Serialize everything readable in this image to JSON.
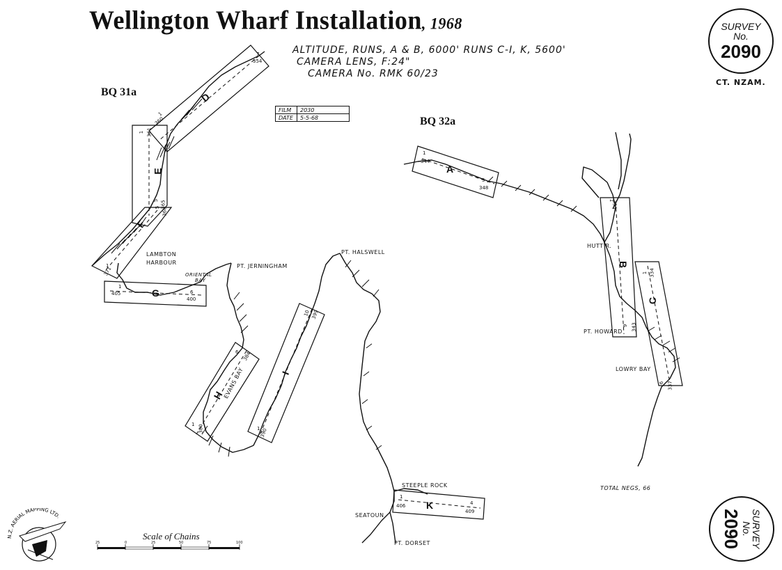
{
  "title": {
    "text": "Wellington Wharf Installation",
    "year": ", 1968"
  },
  "flight_info": {
    "line1": "ALTITUDE, RUNS, A & B, 6000' RUNS C-I, K, 5600'",
    "line2": "CAMERA LENS, F:24\"",
    "line3": "CAMERA No. RMK 60/23"
  },
  "sheets": {
    "left": "BQ 31a",
    "right": "BQ 32a"
  },
  "film_box": {
    "film_label": "FILM",
    "film_value": "2030",
    "date_label": "DATE",
    "date_value": "5-5-68"
  },
  "survey": {
    "word": "SURVEY",
    "no": "No.",
    "number": "2090",
    "credit": "CT. NZAM."
  },
  "places": {
    "lambton": "LAMBTON",
    "harbour": "HARBOUR",
    "oriental": "ORIENTAL",
    "bay": "BAY",
    "jerningham": "PT. JERNINGHAM",
    "halswell": "PT. HALSWELL",
    "evans_bay": "EVANS BAY",
    "hutt_r": "HUTT R.",
    "pt_howard": "PT. HOWARD",
    "lowry_bay": "LOWRY BAY",
    "steeple_rock": "STEEPLE ROCK",
    "seatoun": "SEATOUN",
    "pt_dorset": "PT. DORSET"
  },
  "runs": {
    "A": {
      "letter": "A",
      "start_top": "1",
      "start_bottom": "344",
      "end_top": "5",
      "end_bottom": "348"
    },
    "B": {
      "letter": "B",
      "start_top": "1",
      "start_bottom": "333",
      "end_top": "9",
      "end_bottom": "343"
    },
    "C": {
      "letter": "C",
      "start_top": "1",
      "start_bottom": "334",
      "end_top": "6",
      "end_bottom": "337"
    },
    "D": {
      "letter": "D",
      "start_top": "7",
      "start_bottom": "354",
      "end_top": "1",
      "end_bottom": "360"
    },
    "E": {
      "letter": "E",
      "start_top": "1",
      "start_bottom": "361",
      "end_top": "5",
      "end_bottom": "365"
    },
    "F": {
      "letter": "F",
      "start_top": "5",
      "start_bottom": "366",
      "end_top": "1",
      "end_bottom": "371"
    },
    "G": {
      "letter": "G",
      "start_top": "1",
      "start_bottom": "405",
      "end_top": "6",
      "end_bottom": "400"
    },
    "H": {
      "letter": "H",
      "start_top": "1",
      "start_bottom": "380",
      "end_top": "6",
      "end_bottom": "384"
    },
    "I": {
      "letter": "I",
      "start_top": "1",
      "start_bottom": "390",
      "end_top": "10",
      "end_bottom": "399"
    },
    "K": {
      "letter": "K",
      "start_top": "1",
      "start_bottom": "406",
      "end_top": "4",
      "end_bottom": "409"
    }
  },
  "total_negs": "TOTAL NEGS, 66",
  "scale": {
    "label": "Scale of Chains",
    "ticks": [
      "25",
      "0",
      "25",
      "50",
      "75",
      "100"
    ]
  },
  "logo_text": "N.Z. AERIAL MAPPING LTD."
}
